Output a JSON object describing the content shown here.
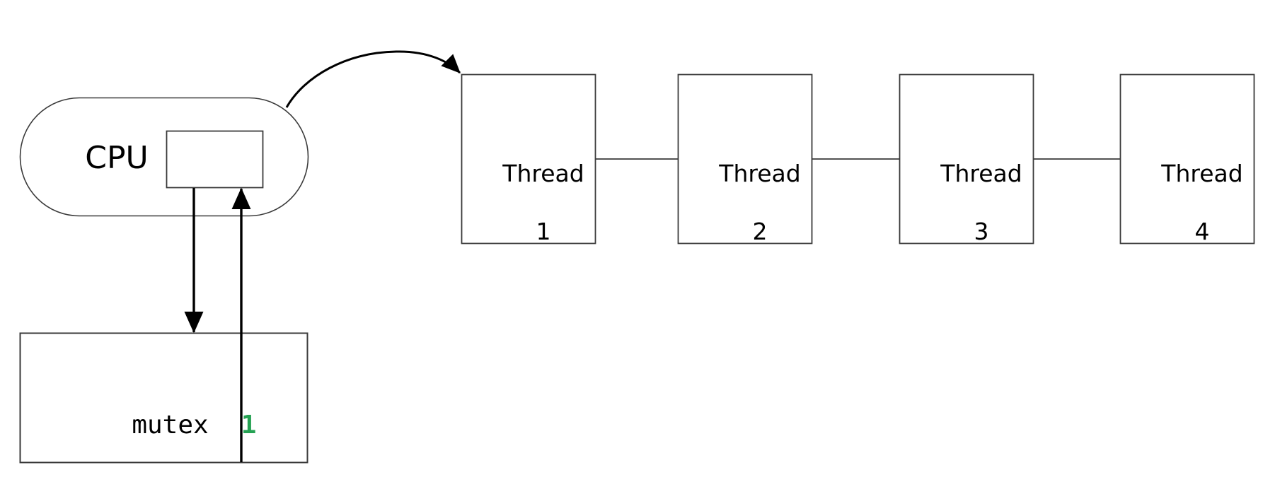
{
  "diagram": {
    "title": "CPU mutex and thread queue diagram",
    "colors": {
      "stroke": "#000000",
      "box_stroke": "#3a3a3a",
      "text": "#000000",
      "mutex_value": "#25a253",
      "background": "#ffffff"
    },
    "cpu": {
      "label": "CPU",
      "register_box": {
        "label": ""
      }
    },
    "mutex": {
      "name": "mutex",
      "value": "1"
    },
    "threads": [
      {
        "name": "Thread",
        "number": "1"
      },
      {
        "name": "Thread",
        "number": "2"
      },
      {
        "name": "Thread",
        "number": "3"
      },
      {
        "name": "Thread",
        "number": "4"
      }
    ],
    "edges": [
      {
        "id": "cpu-to-thread1",
        "from": "cpu",
        "to": "thread-1",
        "style": "curved-arrow"
      },
      {
        "id": "register-to-mutex",
        "from": "cpu-register",
        "to": "mutex",
        "style": "straight-arrow-down"
      },
      {
        "id": "mutex-to-register",
        "from": "mutex",
        "to": "cpu-register",
        "style": "straight-arrow-up"
      },
      {
        "id": "thread1-thread2",
        "from": "thread-1",
        "to": "thread-2",
        "style": "line"
      },
      {
        "id": "thread2-thread3",
        "from": "thread-2",
        "to": "thread-3",
        "style": "line"
      },
      {
        "id": "thread3-thread4",
        "from": "thread-3",
        "to": "thread-4",
        "style": "line"
      }
    ]
  }
}
